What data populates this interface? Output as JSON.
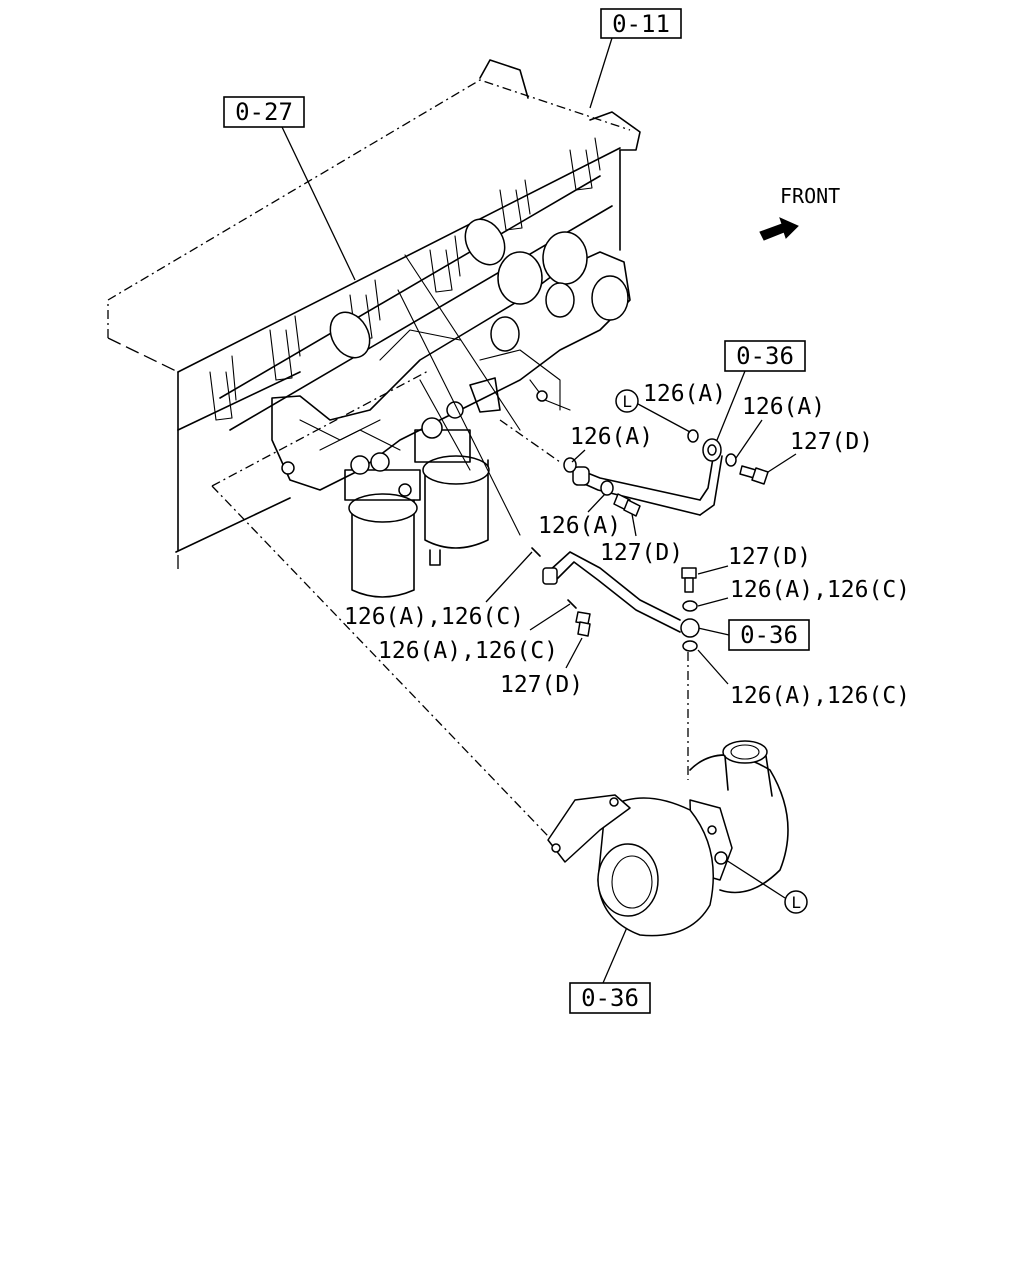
{
  "references": {
    "ref_top": "0-11",
    "ref_left": "0-27",
    "ref_pipe_upper": "0-36",
    "ref_pipe_lower": "0-36",
    "ref_turbo": "0-36"
  },
  "direction": {
    "front_label": "FRONT",
    "arrow_icon": "front-arrow-icon"
  },
  "connection_marker": {
    "letter": "L"
  },
  "part_labels": {
    "washer_a_1": "126(A)",
    "washer_a_2": "126(A)",
    "washer_a_3": "126(A)",
    "washer_a_4": "126(A)",
    "bolt_d_1": "127(D)",
    "bolt_d_2": "127(D)",
    "bolt_d_3": "127(D)",
    "bolt_d_4": "127(D)",
    "washer_ac_1": "126(A),126(C)",
    "washer_ac_2": "126(A),126(C)",
    "washer_ac_3": "126(A),126(C)",
    "washer_ac_4": "126(A),126(C)"
  }
}
